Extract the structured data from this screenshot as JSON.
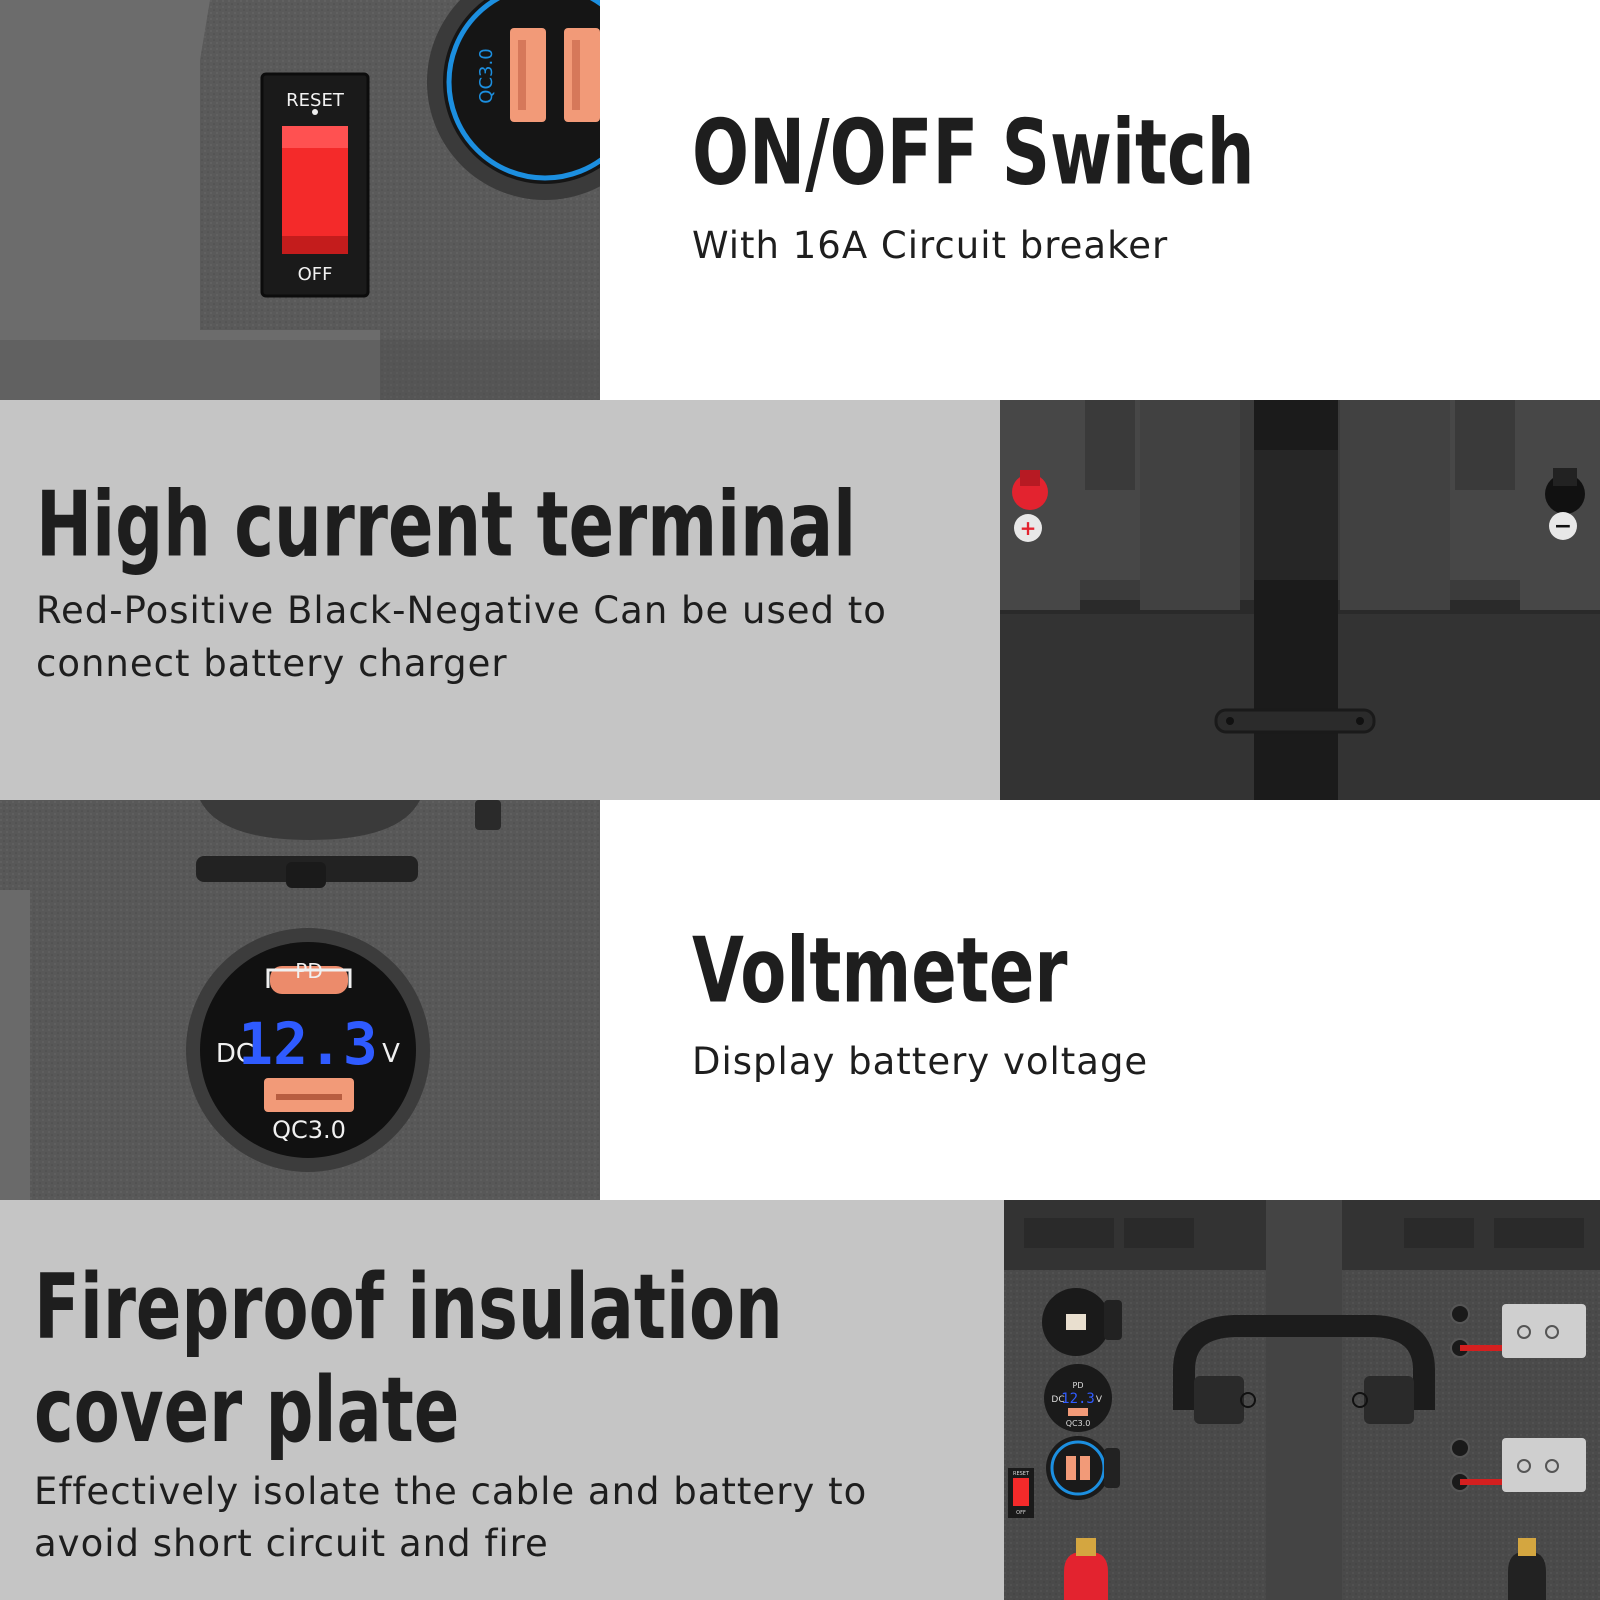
{
  "features": [
    {
      "title": "ON/OFF Switch",
      "description": "With 16A Circuit breaker",
      "photo_labels": {
        "top": "RESET",
        "bottom": "OFF",
        "port": "QC3.0"
      }
    },
    {
      "title": "High current terminal",
      "description": "Red-Positive Black-Negative Can be used to connect battery charger",
      "photo_labels": {
        "positive": "+",
        "negative": "−"
      }
    },
    {
      "title": "Voltmeter",
      "description": "Display battery voltage",
      "photo_labels": {
        "pd": "PD",
        "dc": "DC",
        "reading": "12.3",
        "unit": "V",
        "port": "QC3.0"
      }
    },
    {
      "title": "Fireproof insulation cover plate",
      "description": "Effectively isolate the cable and battery to avoid short circuit and fire",
      "photo_labels": {
        "pd": "PD",
        "dc": "DC",
        "reading": "12.3",
        "unit": "V",
        "port": "QC3.0",
        "reset": "RESET",
        "off": "OFF"
      }
    }
  ],
  "colors": {
    "panel_grey": "#c5c5c5",
    "text_dark": "#1e1e1e",
    "switch_red": "#f42a2a",
    "display_blue": "#2f5bff",
    "usb_orange": "#f29a78",
    "ring_blue": "#1c8fe0",
    "case_dark": "#3b3b3b"
  },
  "icons": [
    "rocker-switch-icon",
    "usb-port-icon",
    "terminal-post-icon",
    "voltmeter-display-icon",
    "battery-box-icon"
  ]
}
